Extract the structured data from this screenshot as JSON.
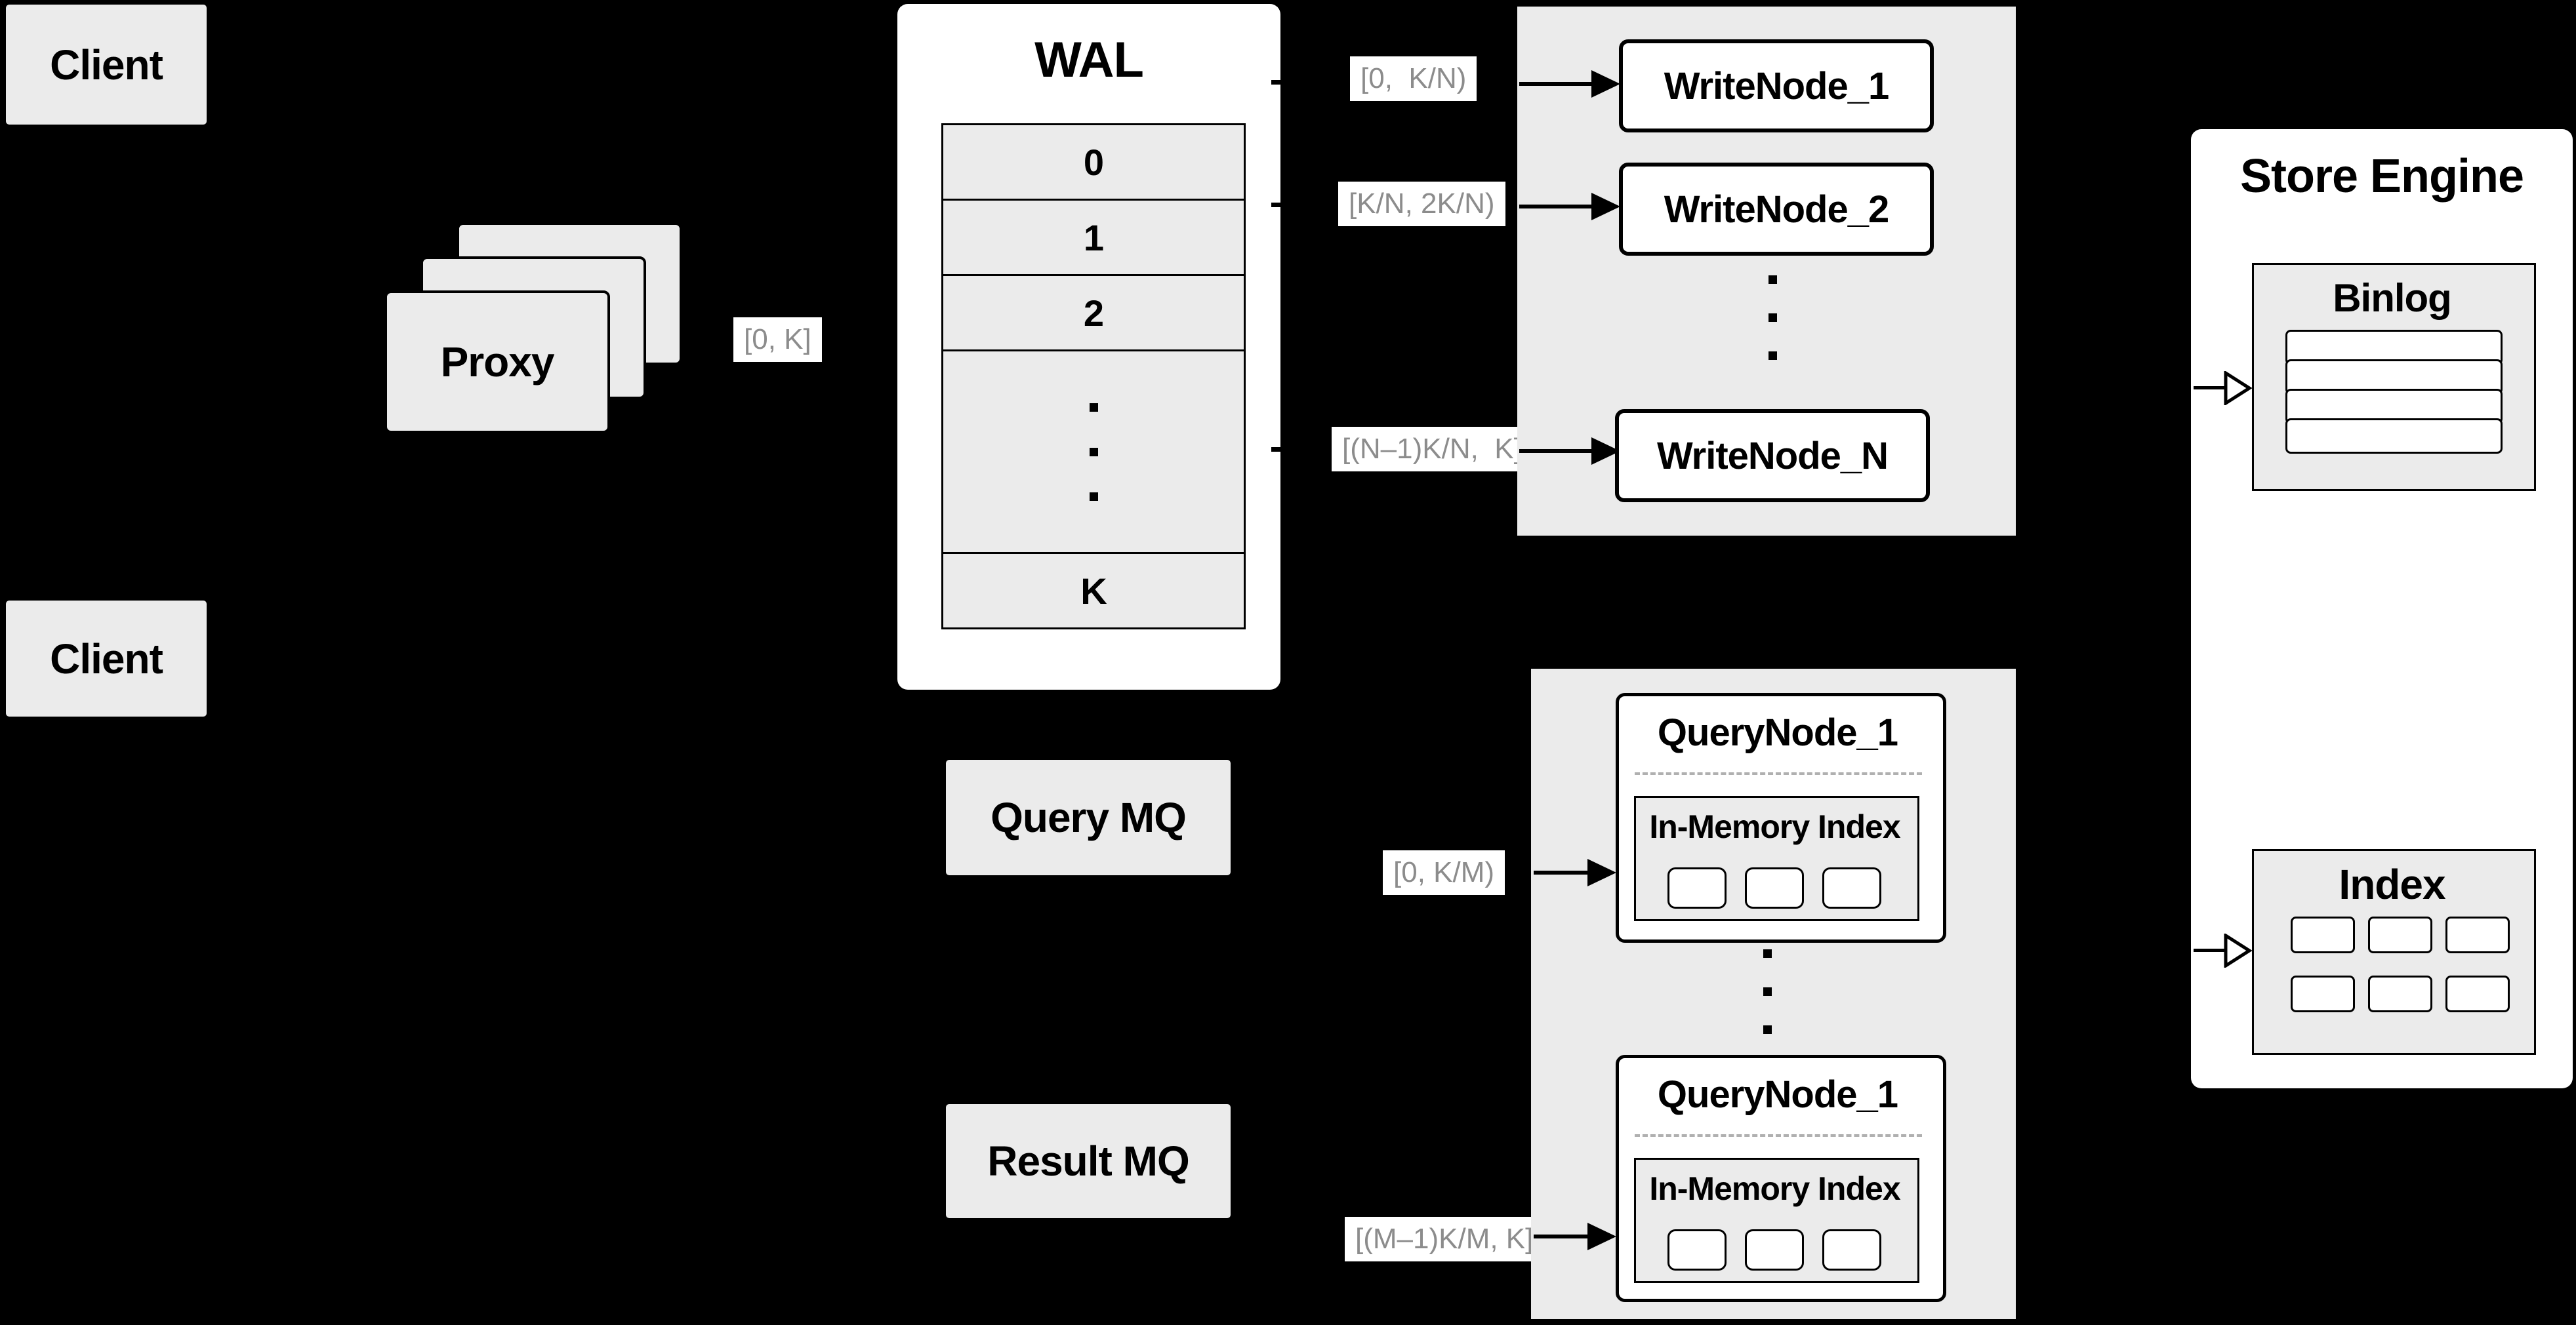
{
  "colors": {
    "background": "#000000",
    "panel_gray": "#ebebeb",
    "box_white": "#ffffff",
    "border": "#000000",
    "edge_label_text": "#8c8c8c",
    "dashed_divider": "#b0b0b0"
  },
  "clients": {
    "top_label": "Client",
    "bottom_label": "Client"
  },
  "proxy": {
    "label": "Proxy"
  },
  "wal": {
    "title": "WAL",
    "segments": [
      "0",
      "1",
      "2",
      "K"
    ]
  },
  "write_nodes": {
    "node_1": "WriteNode_1",
    "node_2": "WriteNode_2",
    "node_n": "WriteNode_N"
  },
  "store_engine": {
    "title": "Store Engine",
    "binlog_title": "Binlog",
    "index_title": "Index"
  },
  "mq": {
    "query_label": "Query MQ",
    "result_label": "Result MQ"
  },
  "query_nodes": {
    "node_top_title": "QueryNode_1",
    "node_bottom_title": "QueryNode_1",
    "in_memory_index_top": "In-Memory Index",
    "in_memory_index_bottom": "In-Memory Index"
  },
  "edge_labels": {
    "proxy_to_wal": "[0, K]",
    "wal_to_write_1": "[0,  K/N)",
    "wal_to_write_2": "[K/N, 2K/N)",
    "wal_to_write_n": "[(N–1)K/N,  K]",
    "query_mq_to_node": "[0, K/M)",
    "result_mq_to_node": "[(M–1)K/M, K]"
  }
}
